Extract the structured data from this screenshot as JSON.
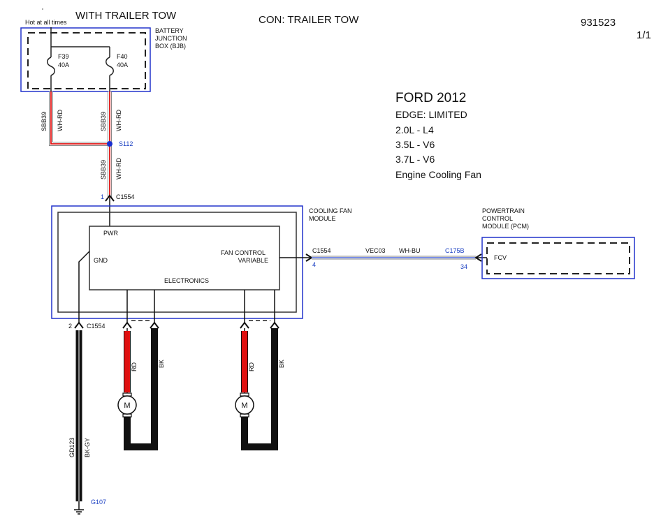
{
  "header": {
    "hot_at_all_times": "Hot at all times",
    "with_trailer_tow": "WITH TRAILER TOW",
    "con": "CON: TRAILER TOW",
    "doc_number": "931523",
    "page": "1/1"
  },
  "vehicle": {
    "make_year": "FORD 2012",
    "model": "EDGE: LIMITED",
    "engines": [
      "2.0L - L4",
      "3.5L - V6",
      "3.7L - V6"
    ],
    "system": "Engine Cooling Fan"
  },
  "bjb": {
    "label_lines": [
      "BATTERY",
      "JUNCTION",
      "BOX (BJB)"
    ],
    "fuses": [
      {
        "id": "F39",
        "rating": "40A"
      },
      {
        "id": "F40",
        "rating": "40A"
      }
    ]
  },
  "wires": {
    "sbb39_circuit": "SBB39",
    "sbb39_color": "WH-RD",
    "splice": "S112",
    "vec03_circuit": "VEC03",
    "vec03_color": "WH-BU",
    "gd123_circuit": "GD123",
    "gd123_color": "BK-GY",
    "motor_pos_color": "RD",
    "motor_neg_color": "BK"
  },
  "connectors": {
    "c1554_pin1": "1",
    "c1554_pin2": "2",
    "c1554_pin4": "4",
    "c1554": "C1554",
    "c175b": "C175B",
    "c175b_pin": "34",
    "ground": "G107"
  },
  "cooling_fan_module": {
    "label_lines": [
      "COOLING FAN",
      "MODULE"
    ],
    "pwr": "PWR",
    "gnd": "GND",
    "fan_control_lines": [
      "FAN CONTROL",
      "VARIABLE"
    ],
    "electronics": "ELECTRONICS"
  },
  "pcm": {
    "label_lines": [
      "POWERTRAIN",
      "CONTROL",
      "MODULE (PCM)"
    ],
    "fcv": "FCV"
  },
  "motors": [
    {
      "symbol": "M"
    },
    {
      "symbol": "M"
    }
  ],
  "colors": {
    "component_border": "#2233cc",
    "wire_red": "#e01010",
    "wire_blue_label": "#1a3fc2",
    "wire_black": "#000000"
  }
}
